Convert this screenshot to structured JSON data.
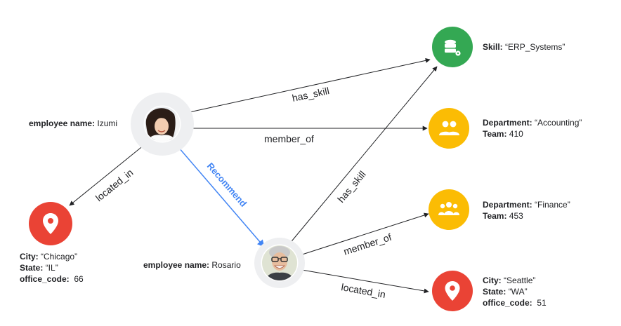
{
  "people": {
    "izumi": {
      "key": "employee name:",
      "value": "Izumi"
    },
    "rosario": {
      "key": "employee name:",
      "value": "Rosario"
    }
  },
  "nodes": {
    "chicago": [
      {
        "key": "City:",
        "value": "“Chicago”"
      },
      {
        "key": "State:",
        "value": "“IL”"
      },
      {
        "key": "office_code:",
        "value": "66"
      }
    ],
    "skill": [
      {
        "key": "Skill:",
        "value": "“ERP_Systems”"
      }
    ],
    "accounting": [
      {
        "key": "Department:",
        "value": "“Accounting”"
      },
      {
        "key": "Team:",
        "value": "410"
      }
    ],
    "finance": [
      {
        "key": "Department:",
        "value": "“Finance”"
      },
      {
        "key": "Team:",
        "value": "453"
      }
    ],
    "seattle": [
      {
        "key": "City:",
        "value": "“Seattle”"
      },
      {
        "key": "State:",
        "value": "“WA”"
      },
      {
        "key": "office_code:",
        "value": "51"
      }
    ]
  },
  "edges": {
    "izumi_skill": "has_skill",
    "izumi_dept": "member_of",
    "izumi_city": "located_in",
    "recommend": "Recommend",
    "rosario_skill": "has_skill",
    "rosario_dept": "member_of",
    "rosario_city": "located_in"
  },
  "colors": {
    "location": "#ea4335",
    "skill": "#34a853",
    "department": "#fbbc04",
    "recommend": "#4285f4",
    "halo": "#eeeff1",
    "edge": "#202124"
  },
  "icons": {
    "location": "map-pin-icon",
    "skill": "database-icon",
    "department": "group-icon"
  }
}
